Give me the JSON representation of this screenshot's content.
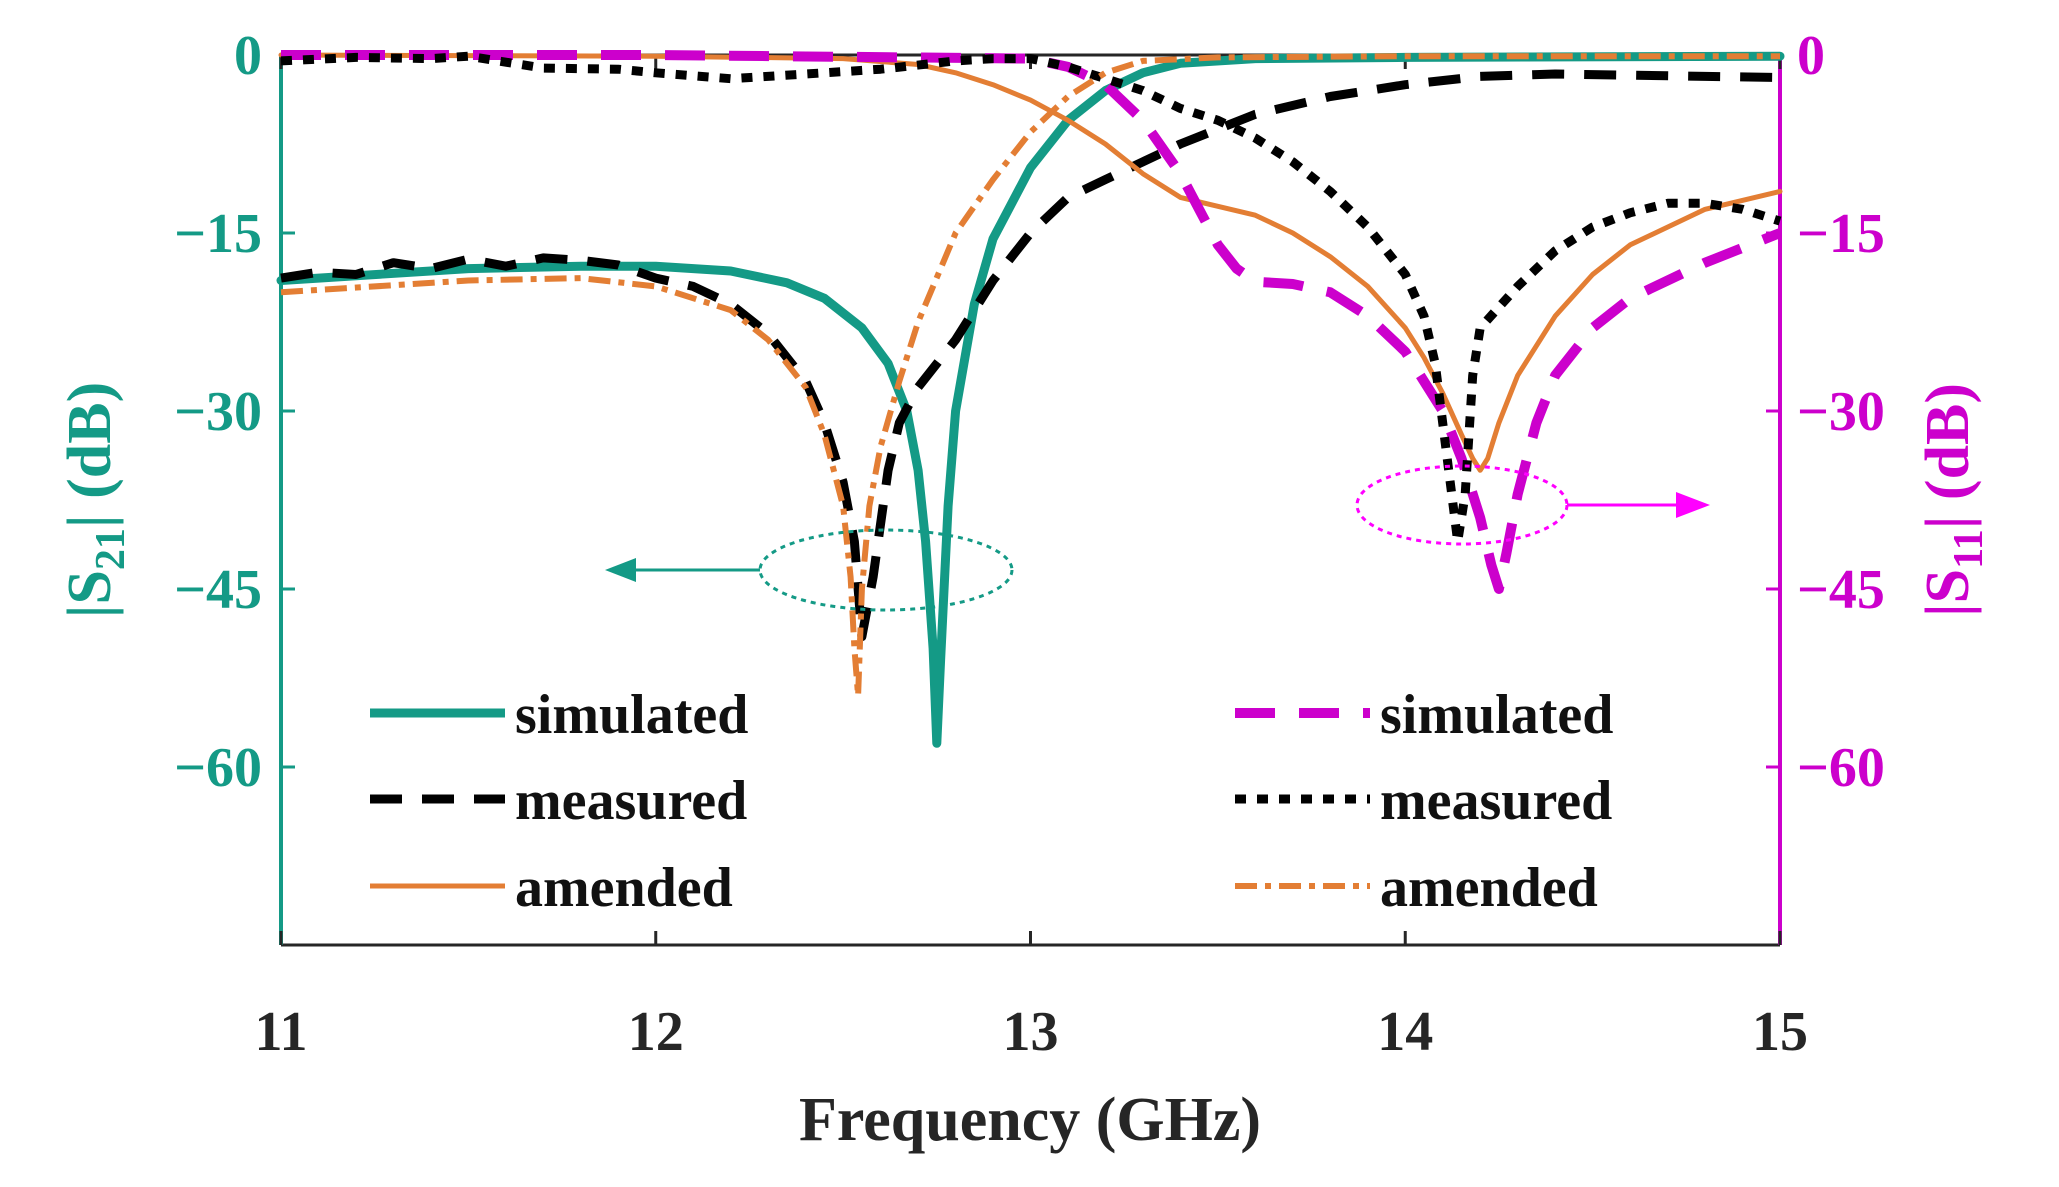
{
  "chart_data": {
    "type": "line",
    "xlabel": "Frequency (GHz)",
    "ylabel_left": {
      "prefix": "|S",
      "sub": "21",
      "suffix": "| (dB)"
    },
    "ylabel_right": {
      "prefix": "|S",
      "sub": "11",
      "suffix": "| (dB)"
    },
    "xlim": [
      11,
      15
    ],
    "ylim_left": [
      -75,
      0
    ],
    "ylim_right": [
      -75,
      0
    ],
    "x_ticks": [
      "11",
      "12",
      "13",
      "14",
      "15"
    ],
    "y_ticks_left": [
      "0",
      "−15",
      "−30",
      "−45",
      "−60"
    ],
    "y_ticks_right": [
      "0",
      "−15",
      "−30",
      "−45",
      "−60"
    ],
    "colors": {
      "left_axis": "#149a86",
      "right_axis": "#cc00cc",
      "measured": "#000000",
      "amended": "#e37e34"
    },
    "series": [
      {
        "name": "simulated",
        "axis": "left",
        "color": "#149a86",
        "dash": "solid",
        "width": 9,
        "x": [
          11.0,
          11.5,
          11.8,
          12.0,
          12.2,
          12.35,
          12.45,
          12.55,
          12.62,
          12.67,
          12.7,
          12.72,
          12.74,
          12.75,
          12.76,
          12.78,
          12.8,
          12.85,
          12.9,
          13.0,
          13.1,
          13.2,
          13.3,
          13.4,
          13.6,
          14.0,
          15.0
        ],
        "y": [
          -19,
          -18,
          -17.8,
          -17.8,
          -18.2,
          -19.2,
          -20.5,
          -23,
          -26,
          -30,
          -35,
          -41,
          -50,
          -58,
          -51,
          -38,
          -30,
          -21,
          -15.5,
          -9.5,
          -5.5,
          -3,
          -1.5,
          -0.7,
          -0.3,
          -0.2,
          -0.1
        ]
      },
      {
        "name": "measured",
        "axis": "left",
        "color": "#000000",
        "dash": "32 20",
        "width": 9,
        "x": [
          11.0,
          11.1,
          11.2,
          11.3,
          11.4,
          11.5,
          11.6,
          11.7,
          11.8,
          11.9,
          12.0,
          12.1,
          12.2,
          12.3,
          12.4,
          12.45,
          12.5,
          12.53,
          12.55,
          12.58,
          12.62,
          12.65,
          12.7,
          12.8,
          12.9,
          13.0,
          13.1,
          13.2,
          13.3,
          13.4,
          13.6,
          13.8,
          14.0,
          14.2,
          14.4,
          14.6,
          14.8,
          15.0
        ],
        "y": [
          -18.8,
          -18.3,
          -18.5,
          -17.5,
          -18,
          -17.2,
          -17.8,
          -17.1,
          -17.3,
          -17.7,
          -18.8,
          -19.5,
          -21,
          -23.5,
          -27.5,
          -31,
          -36,
          -41,
          -49,
          -44,
          -35,
          -31,
          -28,
          -24,
          -19,
          -15,
          -12,
          -10.5,
          -9,
          -7.5,
          -5,
          -3.5,
          -2.5,
          -1.8,
          -1.6,
          -1.7,
          -1.8,
          -1.9
        ]
      },
      {
        "name": "amended",
        "axis": "left",
        "color": "#e37e34",
        "dash": "solid",
        "width": 5,
        "x": [
          11.0,
          12.0,
          12.5,
          12.7,
          12.8,
          12.9,
          13.0,
          13.1,
          13.2,
          13.3,
          13.4,
          13.6,
          13.7,
          13.8,
          13.9,
          14.0,
          14.05,
          14.1,
          14.15,
          14.18,
          14.2,
          14.22,
          14.25,
          14.3,
          14.4,
          14.5,
          14.6,
          14.8,
          15.0
        ],
        "y": [
          0,
          -0.1,
          -0.3,
          -0.8,
          -1.5,
          -2.5,
          -3.8,
          -5.5,
          -7.5,
          -10,
          -12,
          -13.5,
          -15,
          -17,
          -19.5,
          -23,
          -25.5,
          -28.5,
          -32,
          -34,
          -35,
          -34,
          -31,
          -27,
          -22,
          -18.5,
          -16,
          -13,
          -11.5
        ]
      },
      {
        "name": "simulated",
        "axis": "right",
        "color": "#cc00cc",
        "dash": "40 24",
        "width": 10,
        "x": [
          11.0,
          12.0,
          13.0,
          13.1,
          13.2,
          13.3,
          13.4,
          13.45,
          13.5,
          13.55,
          13.6,
          13.7,
          13.8,
          13.9,
          14.0,
          14.1,
          14.15,
          14.2,
          14.23,
          14.25,
          14.27,
          14.3,
          14.35,
          14.4,
          14.5,
          14.6,
          14.8,
          15.0
        ],
        "y": [
          0,
          0,
          -0.3,
          -1,
          -2.5,
          -5.5,
          -10,
          -13,
          -16,
          -18,
          -19.1,
          -19.3,
          -20,
          -22,
          -25,
          -30,
          -34,
          -39,
          -43,
          -45,
          -42,
          -37,
          -31,
          -27,
          -23,
          -20.5,
          -17.5,
          -15
        ]
      },
      {
        "name": "measured",
        "axis": "right",
        "color": "#000000",
        "dash": "11 11",
        "width": 9,
        "x": [
          11.0,
          11.2,
          11.4,
          11.5,
          11.7,
          11.9,
          12.0,
          12.2,
          12.4,
          12.6,
          12.8,
          12.9,
          13.0,
          13.1,
          13.2,
          13.3,
          13.4,
          13.5,
          13.6,
          13.7,
          13.8,
          13.9,
          14.0,
          14.05,
          14.08,
          14.1,
          14.12,
          14.14,
          14.16,
          14.18,
          14.2,
          14.3,
          14.4,
          14.5,
          14.6,
          14.7,
          14.8,
          14.9,
          15.0
        ],
        "y": [
          -0.5,
          -0.2,
          -0.3,
          -0.1,
          -1.1,
          -1.2,
          -1.5,
          -2,
          -1.6,
          -1.2,
          -0.5,
          -0.3,
          -0.3,
          -1,
          -2,
          -3,
          -4.5,
          -5.5,
          -7,
          -9,
          -11.5,
          -14.5,
          -18.5,
          -22,
          -26,
          -31,
          -36,
          -41,
          -37,
          -27,
          -23,
          -19.5,
          -16.5,
          -14.5,
          -13.3,
          -12.5,
          -12.5,
          -13,
          -14
        ]
      },
      {
        "name": "amended",
        "axis": "right",
        "color": "#e37e34",
        "dash": "22 8 6 8",
        "width": 6,
        "x": [
          11.0,
          11.5,
          11.8,
          12.0,
          12.2,
          12.3,
          12.4,
          12.45,
          12.5,
          12.52,
          12.53,
          12.54,
          12.55,
          12.57,
          12.6,
          12.65,
          12.7,
          12.8,
          12.9,
          13.0,
          13.1,
          13.2,
          13.3,
          13.5,
          14.0,
          15.0
        ],
        "y": [
          -20,
          -19,
          -18.8,
          -19.5,
          -21.5,
          -24,
          -28,
          -32,
          -38,
          -44,
          -50,
          -54,
          -45,
          -38,
          -33,
          -27.5,
          -22.5,
          -15,
          -10.5,
          -6.5,
          -3.5,
          -1.5,
          -0.5,
          -0.2,
          -0.1,
          -0.1
        ]
      }
    ],
    "legend": {
      "left": [
        {
          "label": "simulated",
          "series": 0
        },
        {
          "label": "measured",
          "series": 1
        },
        {
          "label": "amended",
          "series": 2
        }
      ],
      "right": [
        {
          "label": "simulated",
          "series": 3
        },
        {
          "label": "measured",
          "series": 4
        },
        {
          "label": "amended",
          "series": 5
        }
      ]
    },
    "annotations": [
      {
        "type": "ellipse-arrow",
        "direction": "left",
        "color": "#149a86",
        "target": "left axis"
      },
      {
        "type": "ellipse-arrow",
        "direction": "right",
        "color": "#ff00ff",
        "target": "right axis"
      }
    ]
  }
}
